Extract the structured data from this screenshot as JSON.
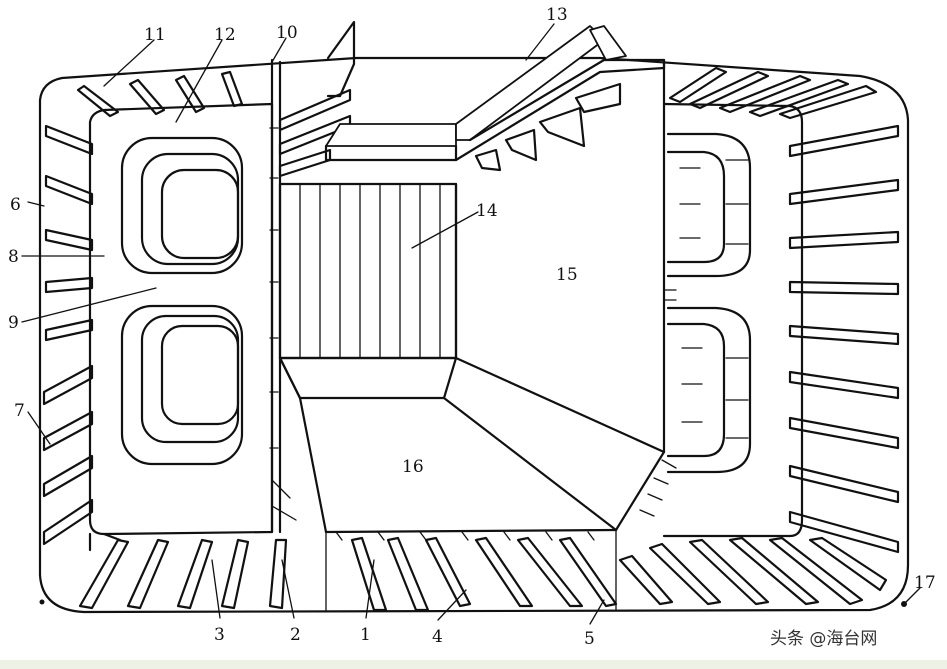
{
  "diagram": {
    "callouts": [
      "1",
      "2",
      "3",
      "4",
      "5",
      "6",
      "7",
      "8",
      "9",
      "10",
      "11",
      "12",
      "13",
      "14",
      "15",
      "16",
      "17"
    ],
    "region_labels": {
      "r14": "14",
      "r15": "15",
      "r16": "16"
    }
  },
  "watermark": {
    "text": "头条 @海台网"
  },
  "colors": {
    "line": "#111111",
    "background": "#ffffff",
    "strip": "#eef2e6"
  }
}
